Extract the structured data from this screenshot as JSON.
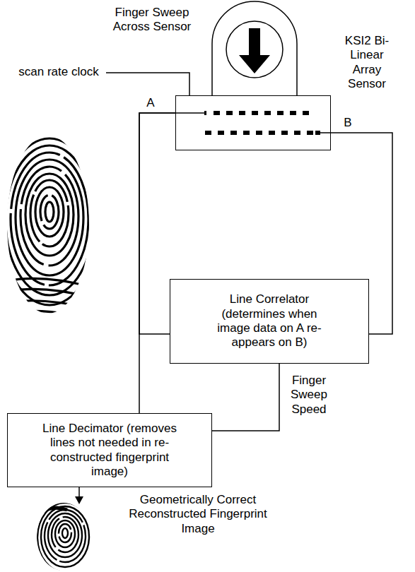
{
  "diagram": {
    "nodes": [
      {
        "text": [
          "KSI2 Bi-Linear Array Sensor"
        ]
      },
      {
        "text": [
          "Line Correlator (determines when image data on A re-appears on B)"
        ]
      },
      {
        "text": [
          "Line Decimator (removes lines not needed in re-constructed fingerprint image)"
        ]
      }
    ],
    "edges": [
      {
        "from": 0,
        "to": 1,
        "arrow": "none"
      },
      {
        "from": 0,
        "to": 1,
        "arrow": "none"
      },
      {
        "from": 0,
        "to": 2,
        "arrow": "none"
      },
      {
        "from": 1,
        "to": 2,
        "label": "Finger Sweep Speed",
        "arrow": "none"
      }
    ],
    "labels": [
      "Finger Sweep Across Sensor",
      "scan rate clock",
      "A",
      "B",
      "Geometrically Correct Reconstructed Fingerprint Image"
    ]
  }
}
